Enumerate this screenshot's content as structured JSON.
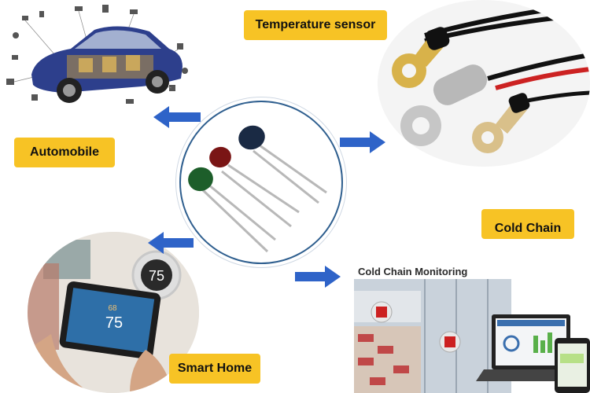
{
  "labels": {
    "temperature_sensor": "Temperature sensor",
    "automobile": "Automobile",
    "cold_chain": "Cold Chain",
    "smart_home": "Smart Home",
    "cold_chain_monitoring": "Cold Chain Monitoring"
  },
  "thermostat": {
    "display_value": "75",
    "tablet_value": "75",
    "tablet_small": "68"
  },
  "colors": {
    "label_bg": "#f7c325",
    "arrow": "#2e63c8",
    "thermistor_black": "#1a2a44",
    "thermistor_red": "#7a1515",
    "thermistor_green": "#1d5e2a"
  }
}
